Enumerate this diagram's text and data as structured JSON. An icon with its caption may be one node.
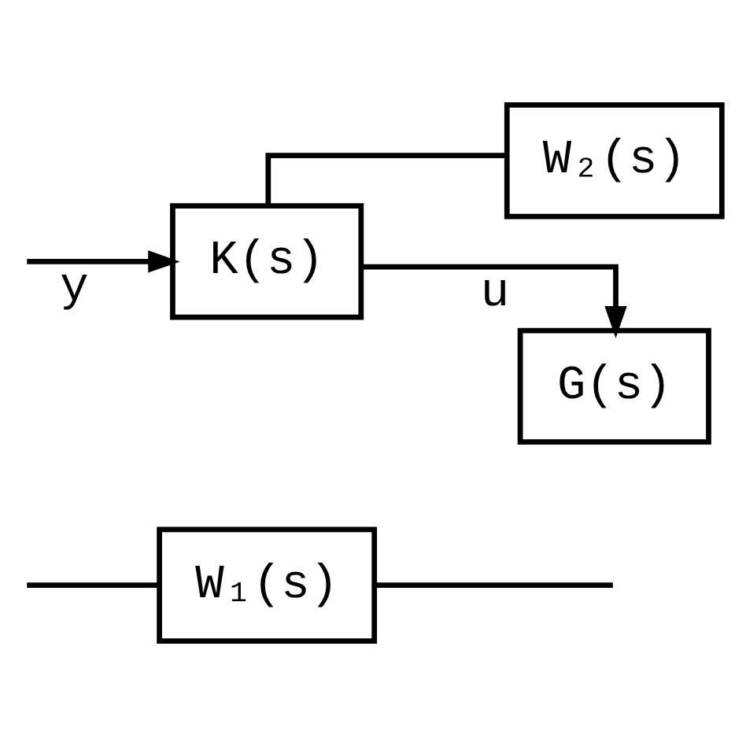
{
  "diagram": {
    "nodes": [
      {
        "text": [
          "W₁(s)"
        ]
      },
      {
        "text": [
          "W₂(s)"
        ]
      },
      {
        "text": [
          "K(s)"
        ]
      },
      {
        "text": [
          "G(s)"
        ]
      }
    ],
    "edges": [
      {
        "from": null,
        "to": 2,
        "arrow": "to",
        "label": "y"
      },
      {
        "from": null,
        "to": 0,
        "arrow": "none"
      },
      {
        "from": 2,
        "to": 3,
        "arrow": "to",
        "label": "u"
      },
      {
        "from": 2,
        "to": 1,
        "arrow": "none"
      },
      {
        "from": 0,
        "to": null,
        "arrow": "none"
      }
    ]
  }
}
